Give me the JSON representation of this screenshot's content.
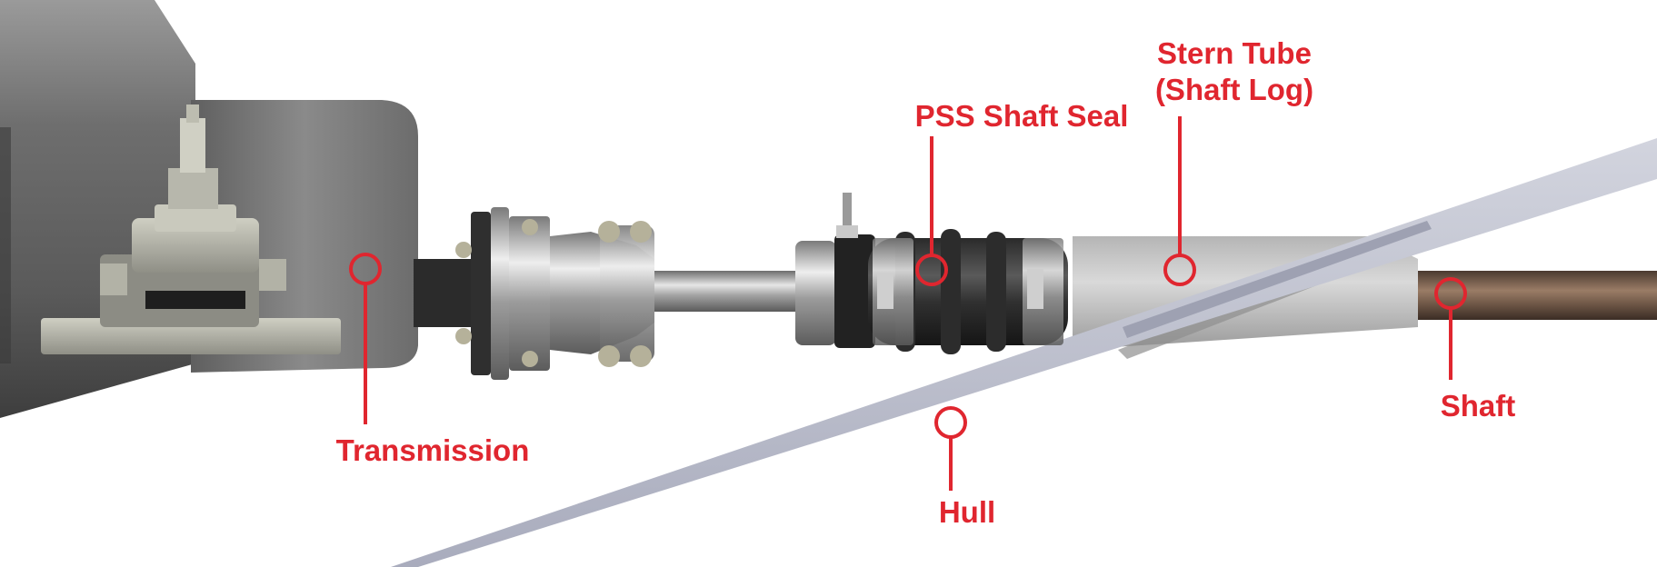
{
  "diagram": {
    "accent_color": "#e0262f",
    "hull_color": "#b9bccb",
    "callouts": {
      "stern_tube_line1": "Stern Tube",
      "stern_tube_line2": "(Shaft Log)",
      "pss_shaft_seal": "PSS Shaft Seal",
      "transmission": "Transmission",
      "hull": "Hull",
      "shaft": "Shaft"
    }
  }
}
